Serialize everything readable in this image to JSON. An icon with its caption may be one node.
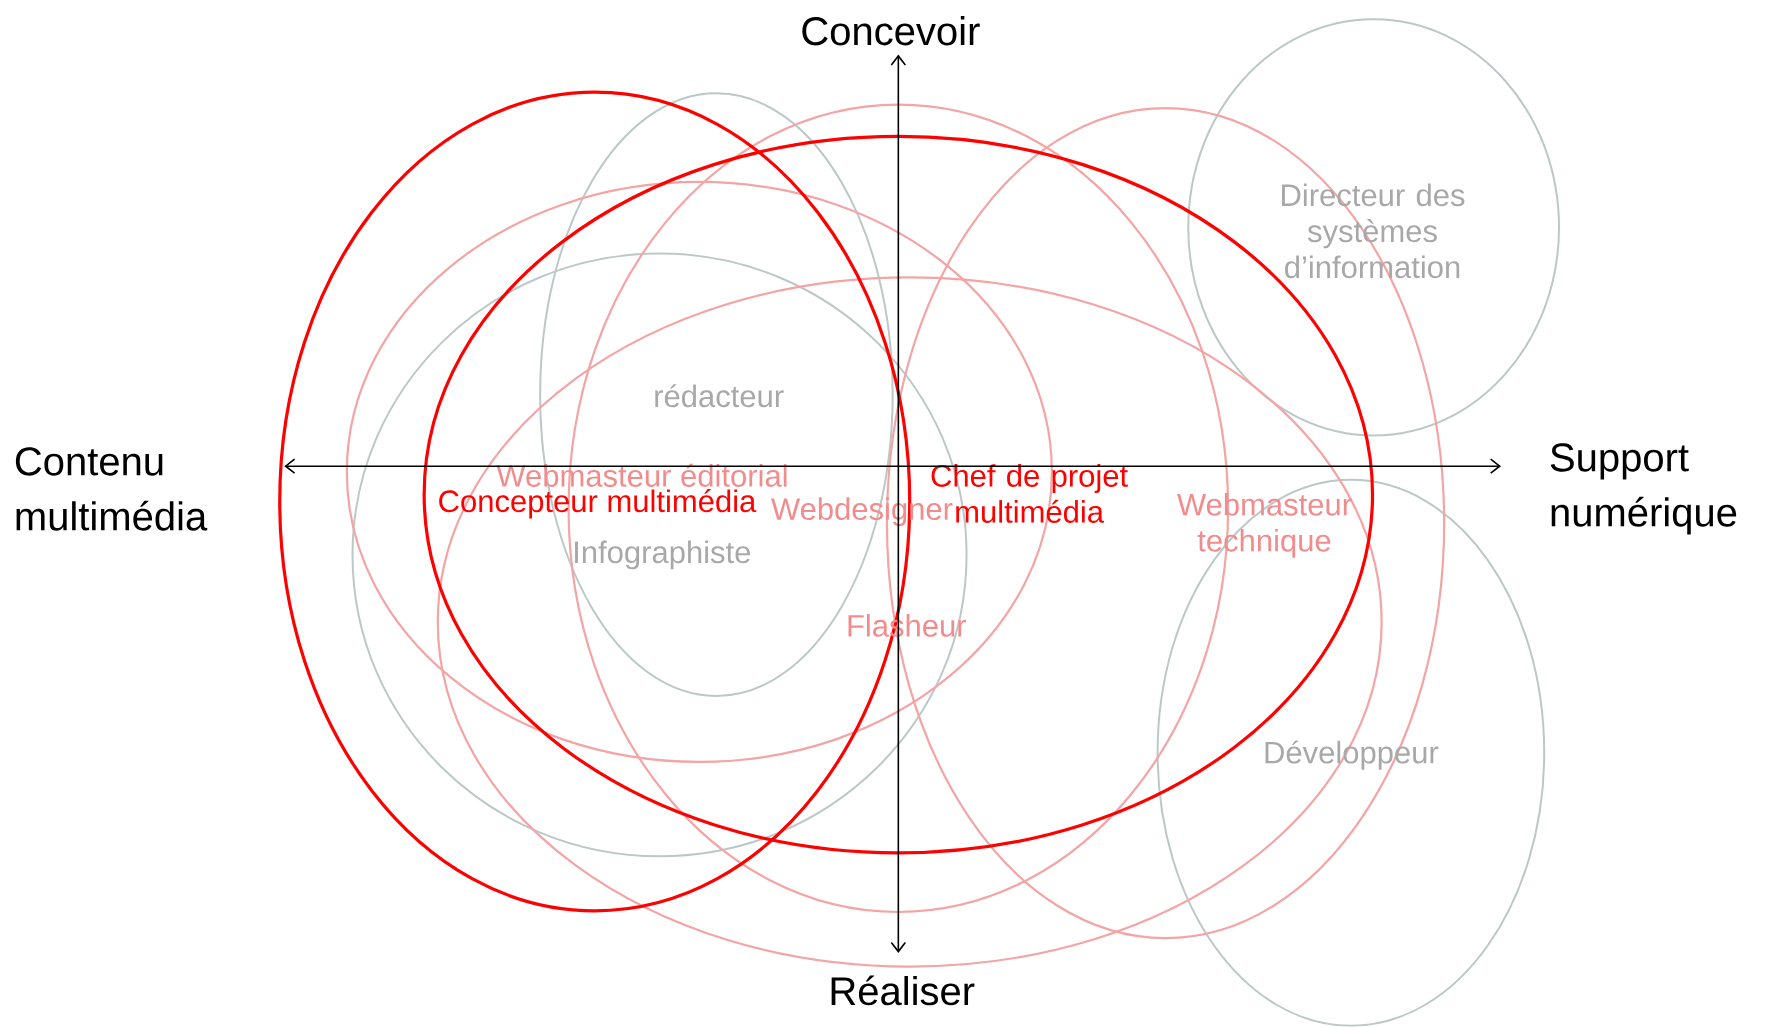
{
  "diagram": {
    "nodes": [
      {
        "text": [
          "Directeur des systèmes d’information"
        ]
      },
      {
        "text": [
          "rédacteur"
        ]
      },
      {
        "text": [
          "Webmasteur éditorial"
        ]
      },
      {
        "text": [
          "Chef de projet multimédia"
        ]
      },
      {
        "text": [
          "Concepteur multimédia"
        ]
      },
      {
        "text": [
          "Webdesigner"
        ]
      },
      {
        "text": [
          "Webmasteur technique"
        ]
      },
      {
        "text": [
          "Infographiste"
        ]
      },
      {
        "text": [
          "Flasheur"
        ]
      },
      {
        "text": [
          "Développeur"
        ]
      }
    ],
    "labels": [
      "Concevoir",
      "Contenu multimédia",
      "Support numérique",
      "Réaliser"
    ]
  }
}
